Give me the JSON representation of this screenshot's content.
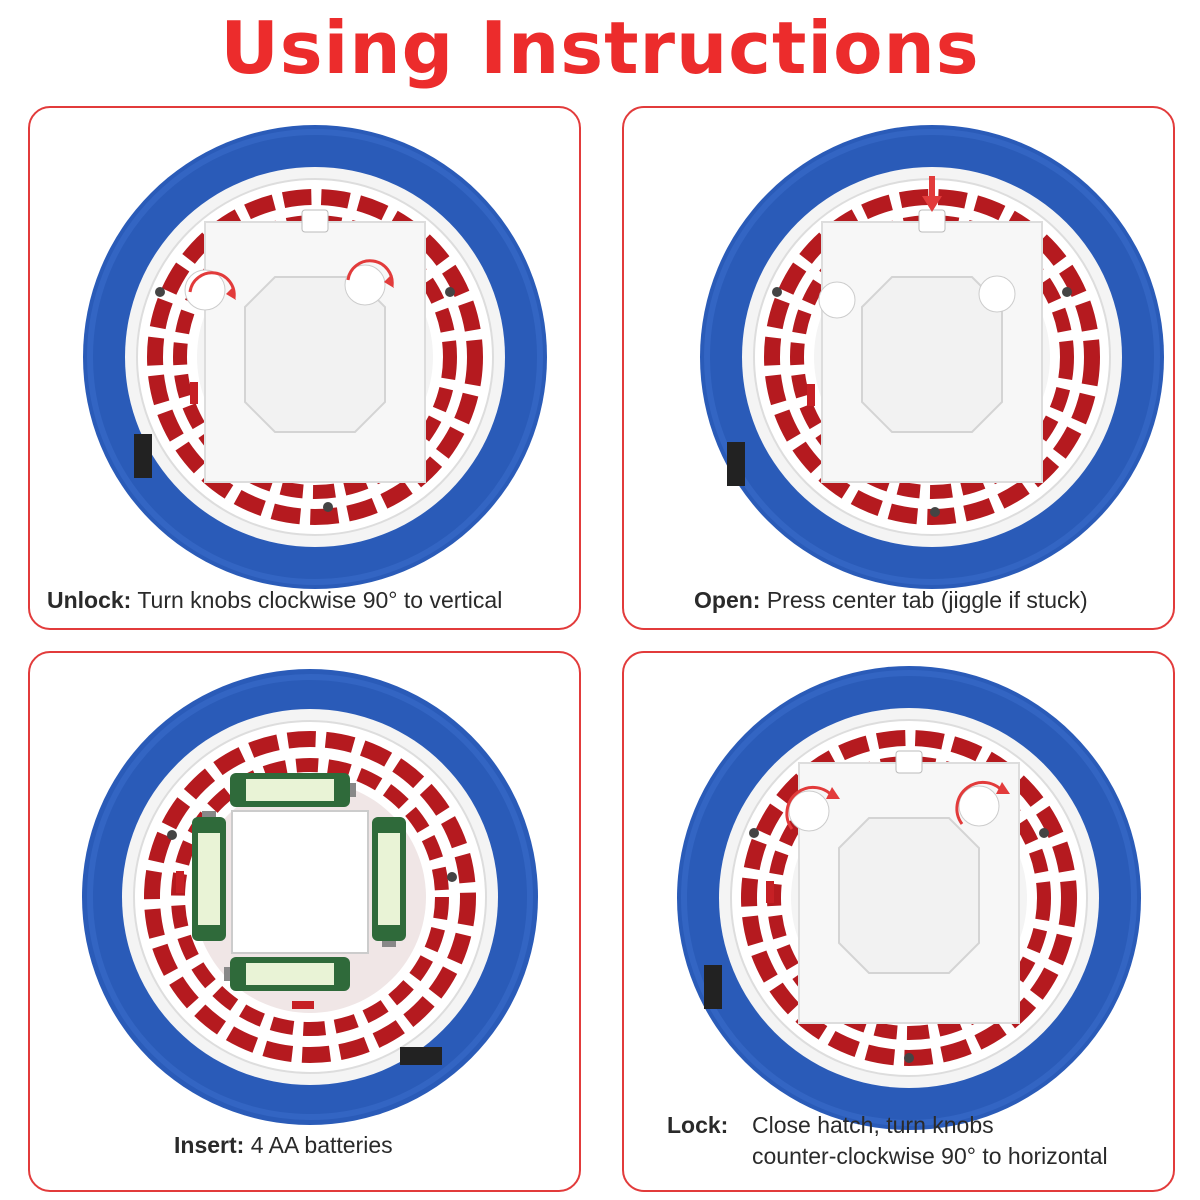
{
  "page": {
    "title": "Using Instructions"
  },
  "steps": [
    {
      "label": "Unlock:",
      "text": "Turn knobs clockwise 90° to vertical"
    },
    {
      "label": "Open:",
      "text": "Press center tab (jiggle if stuck)"
    },
    {
      "label": "Insert:",
      "text": "4 AA batteries"
    },
    {
      "label": "Lock:",
      "text_line1": "Close hatch, turn knobs",
      "text_line2": "counter-clockwise 90° to horizontal"
    }
  ],
  "colors": {
    "accent": "#ec2c2c",
    "panel_border": "#e23b3b",
    "foam_blue": "#2a5bb8",
    "inner_red": "#b51a1f"
  },
  "icons": [
    "rotate-arrow-icon",
    "press-down-arrow-icon",
    "aa-battery-icon"
  ]
}
